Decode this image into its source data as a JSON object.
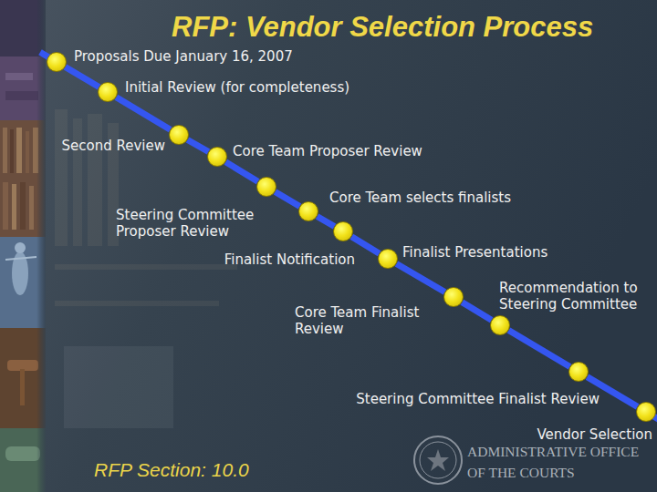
{
  "diagram": {
    "title": "RFP: Vendor Selection Process",
    "nodes": [
      {
        "text": [
          "Proposals Due January 16, 2007"
        ]
      },
      {
        "text": [
          "Initial Review (for completeness)"
        ]
      },
      {
        "text": [
          "Second Review"
        ]
      },
      {
        "text": [
          "Core Team Proposer Review"
        ]
      },
      {
        "text": [
          "Steering Committee Proposer Review"
        ]
      },
      {
        "text": [
          "Core Team selects finalists"
        ]
      },
      {
        "text": [
          "Finalist Notification"
        ]
      },
      {
        "text": [
          "Finalist Presentations"
        ]
      },
      {
        "text": [
          "Core Team Finalist Review"
        ]
      },
      {
        "text": [
          "Recommendation to Steering Committee"
        ]
      },
      {
        "text": [
          "Steering Committee Finalist Review"
        ]
      },
      {
        "text": [
          "Vendor Selection"
        ]
      }
    ],
    "edges": [
      {
        "from": 0,
        "to": 1,
        "arrow": "none"
      },
      {
        "from": 1,
        "to": 2,
        "arrow": "none"
      },
      {
        "from": 2,
        "to": 3,
        "arrow": "none"
      },
      {
        "from": 3,
        "to": 4,
        "arrow": "none"
      },
      {
        "from": 4,
        "to": 5,
        "arrow": "none"
      },
      {
        "from": 5,
        "to": 6,
        "arrow": "none"
      },
      {
        "from": 6,
        "to": 7,
        "arrow": "none"
      },
      {
        "from": 7,
        "to": 8,
        "arrow": "none"
      },
      {
        "from": 8,
        "to": 9,
        "arrow": "none"
      },
      {
        "from": 9,
        "to": 10,
        "arrow": "none"
      },
      {
        "from": 10,
        "to": 11,
        "arrow": "none"
      }
    ],
    "labels": [
      "RFP Section: 10.0",
      "ADMINISTRATIVE OFFICE OF THE COURTS"
    ]
  }
}
